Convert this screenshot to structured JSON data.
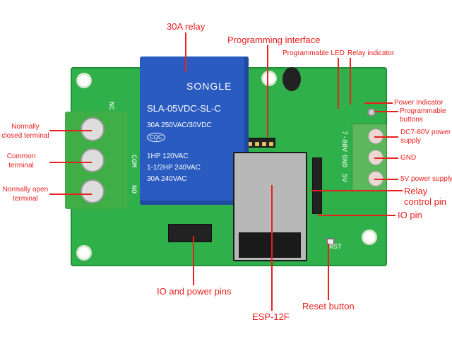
{
  "labels": {
    "relay": "30A relay",
    "programming_interface": "Programming interface",
    "programmable_led": "Programmable LED",
    "relay_indicator": "Relay indicator",
    "power_indicator": "Power Indicator",
    "programmable_buttons": "Programmable buttons",
    "dc_power": "DC7-80V power supply",
    "gnd": "GND",
    "v5_power": "5V power supply",
    "relay_control_pin": "Relay control pin",
    "io_pin": "IO pin",
    "reset_button": "Reset button",
    "esp": "ESP-12F",
    "io_power_pins": "IO and power pins",
    "nc_terminal": "Normally closed terminal",
    "com_terminal": "Common terminal",
    "no_terminal": "Normally open terminal"
  },
  "relay_print": {
    "brand": "SONGLE",
    "model": "SLA-05VDC-SL-C",
    "rating1": "30A  250VAC/30VDC",
    "cert": "CQC",
    "rating2": "1HP 120VAC",
    "rating3": "1-1/2HP 240VAC",
    "rating4": "30A  240VAC"
  },
  "silkscreen": {
    "nc": "NC",
    "com": "COM",
    "no": "NO",
    "v80": "7-80V",
    "gnd": "GND",
    "v5": "5V",
    "rst": "RST"
  },
  "colors": {
    "annotation": "#e8201e",
    "pcb": "#2fb04a",
    "relay": "#2a5bc0"
  }
}
